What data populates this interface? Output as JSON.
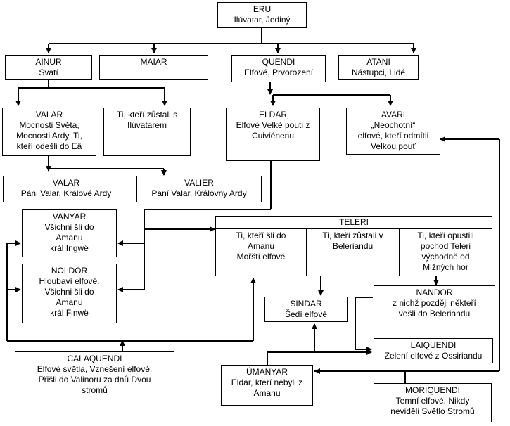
{
  "nodes": {
    "eru": {
      "lines": [
        "ERU",
        "Ilúvatar, Jediný"
      ]
    },
    "ainur": {
      "lines": [
        "AINUR",
        "Svatí"
      ]
    },
    "maiar": {
      "lines": [
        "MAIAR"
      ]
    },
    "quendi": {
      "lines": [
        "QUENDI",
        "Elfové, Prvorození"
      ]
    },
    "atani": {
      "lines": [
        "ATANI",
        "Nástupci, Lidé"
      ]
    },
    "valar1": {
      "lines": [
        "VALAR",
        "Mocnosti Světa,",
        "Mocnosti Ardy, Ti,",
        "kteří odešli do Eä"
      ]
    },
    "ti_zustali": {
      "lines": [
        "Ti, kteří zůstali s",
        "Ilúvatarem"
      ]
    },
    "eldar": {
      "lines": [
        "ELDAR",
        "Elfové Velké pouti z",
        "Cuiviénenu"
      ]
    },
    "avari": {
      "lines": [
        "AVARI",
        "„Neochotní“",
        "elfové, kteří odmítli",
        "Velkou pouť"
      ]
    },
    "valar2": {
      "lines": [
        "VALAR",
        "Páni Valar, Králové Ardy"
      ]
    },
    "valier": {
      "lines": [
        "VALIER",
        "Paní Valar, Královny Ardy"
      ]
    },
    "vanyar": {
      "lines": [
        "VANYAR",
        "Všichni šli do",
        "Amanu",
        "král Ingwë"
      ]
    },
    "teleri": {
      "lines": [
        "TELERI"
      ]
    },
    "teleri_a": {
      "lines": [
        "Ti, kteří šli do",
        "Amanu",
        "Mořští elfové"
      ]
    },
    "teleri_b": {
      "lines": [
        "Ti, kteří zůstali v",
        "Beleriandu"
      ]
    },
    "teleri_c": {
      "lines": [
        "Ti, kteří opustili",
        "pochod Teleri",
        "východně od",
        "Mlžných hor"
      ]
    },
    "noldor": {
      "lines": [
        "NOLDOR",
        "Hloubaví elfové.",
        "Všichni šli do",
        "Amanu",
        "král Finwë"
      ]
    },
    "nandor": {
      "lines": [
        "NANDOR",
        "z nichž později někteří",
        "vešli do Beleriandu"
      ]
    },
    "sindar": {
      "lines": [
        "SINDAR",
        "Šedí elfové"
      ]
    },
    "laiquendi": {
      "lines": [
        "LAIQUENDI",
        "Zelení elfové z Ossiriandu"
      ]
    },
    "calaquendi": {
      "lines": [
        "CALAQUENDI",
        "Elfové světla, Vznešení elfové.",
        "Přišli do Valinoru za dnů Dvou",
        "stromů"
      ]
    },
    "umanyar": {
      "lines": [
        "ÚMANYAR",
        "Eldar, kteří nebyli z",
        "Amanu"
      ]
    },
    "moriquendi": {
      "lines": [
        "MORIQUENDI",
        "Temní elfové. Nikdy",
        "neviděli Světlo Stromů"
      ]
    }
  }
}
